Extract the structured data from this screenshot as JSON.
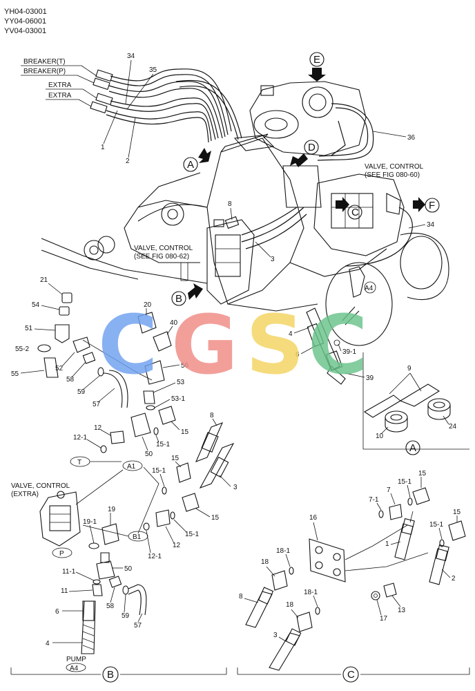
{
  "header": {
    "codes": [
      "YH04-03001",
      "YY04-06001",
      "YV04-03001"
    ]
  },
  "watermark": {
    "letters": [
      "C",
      "G",
      "S",
      "C"
    ],
    "colors": [
      "#6ea1f0",
      "#f08a84",
      "#f4d460",
      "#68c38a"
    ]
  },
  "main": {
    "hose_labels": [
      "BREAKER(T)",
      "BREAKER(P)",
      "EXTRA",
      "EXTRA"
    ],
    "valve_control_right": [
      "VALVE, CONTROL",
      "(SEE FIG 080-60)"
    ],
    "valve_control_left": [
      "VALVE, CONTROL",
      "(SEE FIG 080-62)"
    ],
    "view_letters": {
      "A": "A",
      "B": "B",
      "C": "C",
      "D": "D",
      "E": "E",
      "F": "F"
    },
    "callouts": {
      "n34a": "34",
      "n35": "35",
      "n1": "1",
      "n2": "2",
      "n36": "36",
      "n8": "8",
      "n3": "3",
      "n34b": "34",
      "n4": "4",
      "n6": "6",
      "n39_1": "39-1",
      "n39": "39",
      "a4": "A4"
    }
  },
  "parts_left": {
    "n21": "21",
    "n54": "54",
    "n51": "51",
    "n55_2": "55-2",
    "n55": "55",
    "n52": "52",
    "n58": "58",
    "n59": "59",
    "n57": "57",
    "n20": "20",
    "n40": "40",
    "n56": "56",
    "n53": "53",
    "n53_1": "53-1",
    "n12": "12",
    "n12_1": "12-1",
    "n15_1": "15-1",
    "n15": "15",
    "n50": "50",
    "n8": "8",
    "n15b": "15",
    "n3": "3",
    "n15c": "15",
    "n15_1b": "15-1",
    "n15_1c": "15-1",
    "n12b": "12",
    "n12_1b": "12-1",
    "tag_t": "T",
    "tag_a1": "A1",
    "tag_b1": "B1",
    "tag_p": "P",
    "valve_extra": [
      "VALVE, CONTROL",
      "(EXTRA)"
    ],
    "n19_1": "19-1",
    "n19": "19",
    "n11_1": "11-1",
    "n50b": "50",
    "n11": "11",
    "n58b": "58",
    "n59b": "59",
    "n57b": "57",
    "n6": "6",
    "n4": "4",
    "pump": "PUMP",
    "tag_a4": "A4"
  },
  "panel_a": {
    "n9": "9",
    "n10": "10",
    "n24": "24",
    "letter": "A"
  },
  "panel_b": {
    "letter": "B"
  },
  "panel_c": {
    "letter": "C",
    "n16": "16",
    "n7_1": "7-1",
    "n7": "7",
    "n15_1": "15-1",
    "n15": "15",
    "n15b": "15",
    "n15_1b": "15-1",
    "n1": "1",
    "n2": "2",
    "n18_1": "18-1",
    "n18": "18",
    "n8": "8",
    "n18_1b": "18-1",
    "n18b": "18",
    "n3": "3",
    "n17": "17",
    "n13": "13"
  }
}
